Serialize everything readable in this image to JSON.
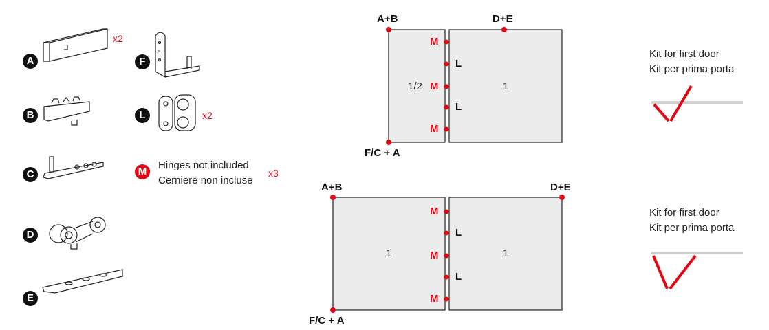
{
  "parts": [
    {
      "letter": "A",
      "qty": "x2"
    },
    {
      "letter": "B",
      "qty": ""
    },
    {
      "letter": "C",
      "qty": ""
    },
    {
      "letter": "D",
      "qty": ""
    },
    {
      "letter": "E",
      "qty": ""
    },
    {
      "letter": "F",
      "qty": ""
    },
    {
      "letter": "L",
      "qty": "x2"
    }
  ],
  "hinges": {
    "letter": "M",
    "line1": "Hinges not included",
    "line2": "Cerniere non incluse",
    "qty": "x3"
  },
  "diagram1": {
    "top_left": "A+B",
    "top_right": "D+E",
    "bottom_left": "F/C + A",
    "left_door": "1/2",
    "right_door": "1",
    "hinge_labels": [
      "M",
      "L",
      "M",
      "L",
      "M"
    ]
  },
  "diagram2": {
    "top_left": "A+B",
    "top_right": "D+E",
    "bottom_left": "F/C + A",
    "left_door": "1",
    "right_door": "1",
    "hinge_labels": [
      "M",
      "L",
      "M",
      "L",
      "M"
    ]
  },
  "kit1": {
    "line1": "Kit for first door",
    "line2": "Kit per prima porta"
  },
  "kit2": {
    "line1": "Kit for first door",
    "line2": "Kit per prima porta"
  },
  "colors": {
    "accent": "#e30613",
    "door_fill": "#ececec",
    "line_gray": "#d0d0d0"
  }
}
